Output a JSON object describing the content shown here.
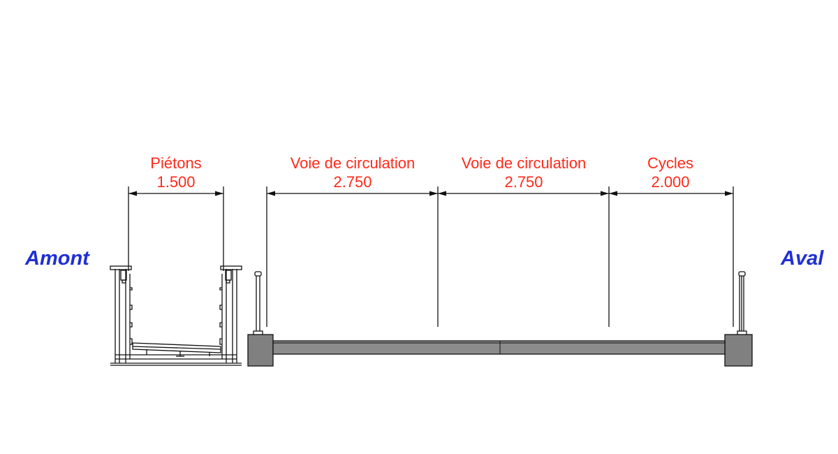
{
  "colors": {
    "dimension_text": "#ff2a1a",
    "side_text": "#1f2fd6",
    "line": "#111111",
    "concrete_fill": "#808080",
    "deck_fill": "#8c8c8c"
  },
  "sides": {
    "upstream": "Amont",
    "downstream": "Aval"
  },
  "zones": [
    {
      "label": "Piétons",
      "width": "1.500"
    },
    {
      "label": "Voie de circulation",
      "width": "2.750"
    },
    {
      "label": "Voie de circulation",
      "width": "2.750"
    },
    {
      "label": "Cycles",
      "width": "2.000"
    }
  ]
}
